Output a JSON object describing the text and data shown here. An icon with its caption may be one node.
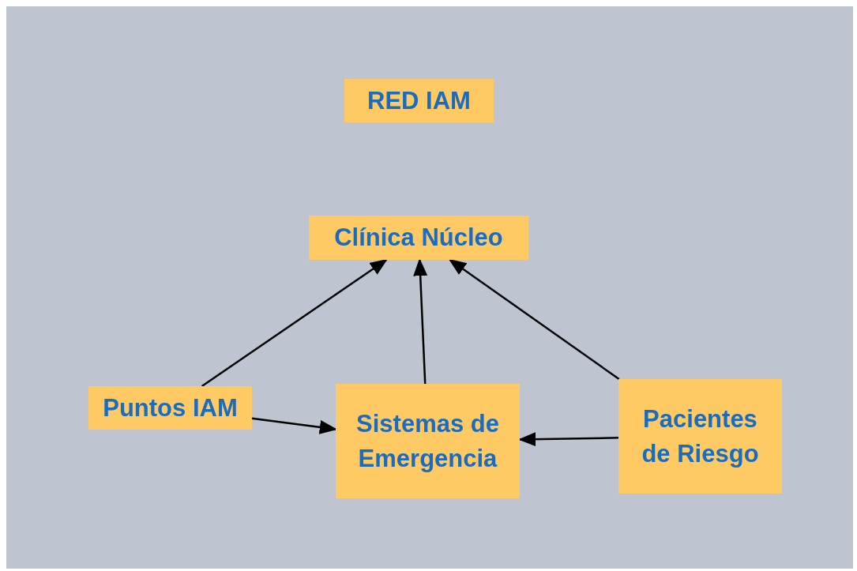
{
  "diagram": {
    "nodes": [
      {
        "text": [
          "RED IAM"
        ]
      },
      {
        "text": [
          "Clínica Núcleo"
        ]
      },
      {
        "text": [
          "Puntos IAM"
        ]
      },
      {
        "text": [
          "Sistemas de Emergencia"
        ]
      },
      {
        "text": [
          "Pacientes de Riesgo"
        ]
      }
    ],
    "edges": [
      {
        "from": 2,
        "to": 1,
        "arrow": "to"
      },
      {
        "from": 3,
        "to": 1,
        "arrow": "to"
      },
      {
        "from": 4,
        "to": 1,
        "arrow": "to"
      },
      {
        "from": 2,
        "to": 3,
        "arrow": "to"
      },
      {
        "from": 4,
        "to": 3,
        "arrow": "to"
      }
    ]
  }
}
